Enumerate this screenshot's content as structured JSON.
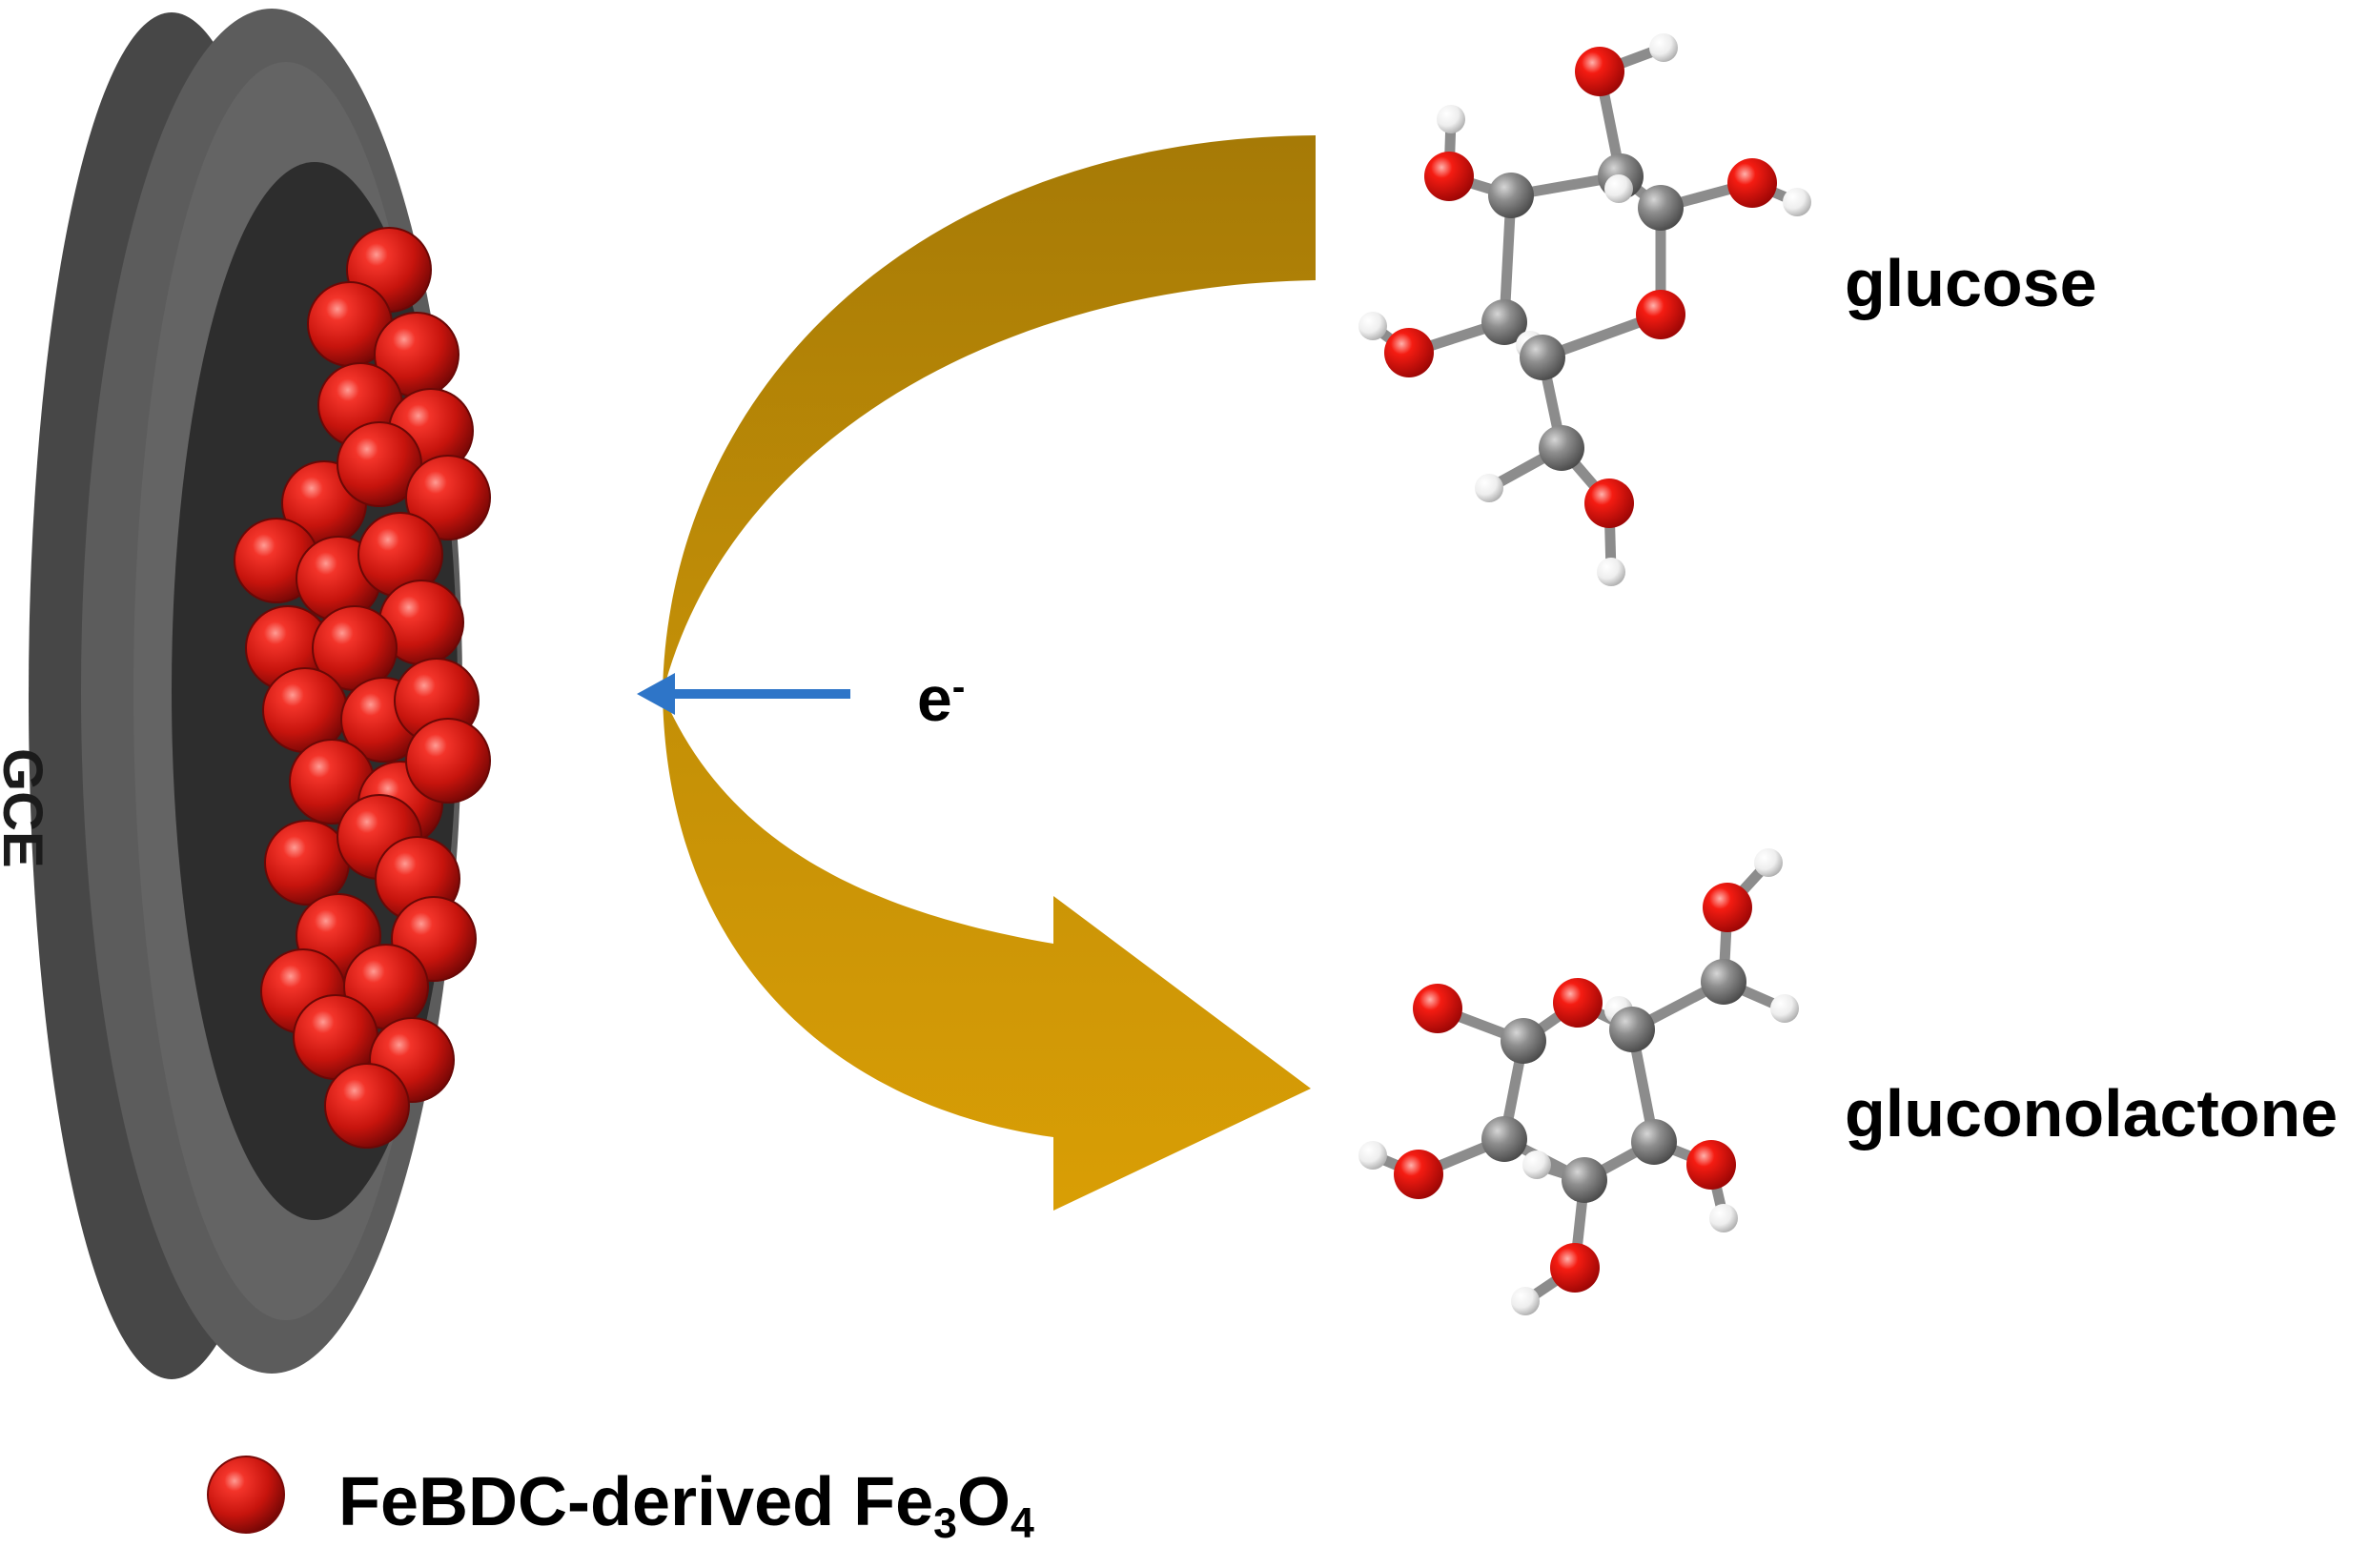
{
  "electrode": {
    "label": "GCE"
  },
  "reactant": {
    "label": "glucose"
  },
  "product": {
    "label": "gluconolactone"
  },
  "electron": {
    "base": "e",
    "superscript": "-"
  },
  "legend": {
    "prefix": "FeBDC-derived Fe",
    "sub1": "3",
    "mid": "O",
    "sub2": "4"
  },
  "colors": {
    "electrode_outer": "#5a5a5a",
    "electrode_inner": "#2e2e2e",
    "arrow_gold": "#c38e06",
    "electron_arrow": "#2e75c8",
    "atom_oxygen": "#e0120c",
    "atom_carbon": "#8a8a8a",
    "atom_hydrogen": "#f2f2f2"
  }
}
